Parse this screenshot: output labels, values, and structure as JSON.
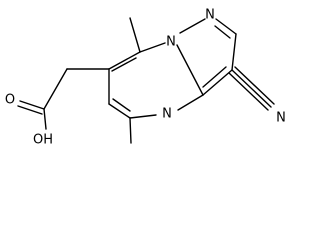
{
  "structure": {
    "atoms": {
      "n_bridge": "N",
      "n_pyrazole": "N",
      "n_pyrimidine": "N",
      "n_nitrile": "N",
      "acid_oxygen": "O",
      "acid_hydroxyl": "OH"
    },
    "bond_color": "#000000"
  }
}
